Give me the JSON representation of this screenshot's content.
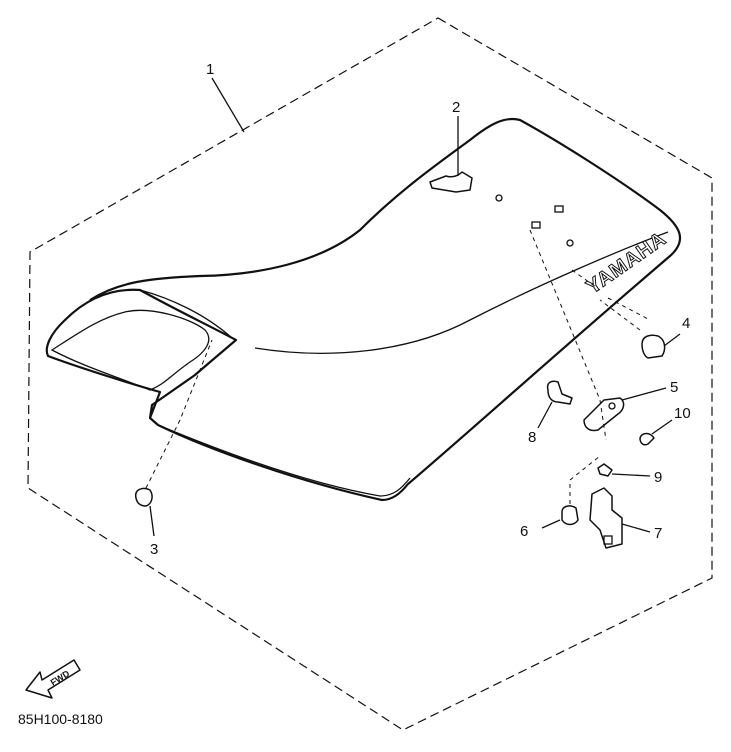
{
  "diagram": {
    "drawing_code": "85H100-8180",
    "brand_logo": "YAMAHA",
    "direction_mark": "FWD",
    "callouts": [
      {
        "id": "1",
        "label": "1"
      },
      {
        "id": "2",
        "label": "2"
      },
      {
        "id": "3",
        "label": "3"
      },
      {
        "id": "4",
        "label": "4"
      },
      {
        "id": "5",
        "label": "5"
      },
      {
        "id": "6",
        "label": "6"
      },
      {
        "id": "7",
        "label": "7"
      },
      {
        "id": "8",
        "label": "8"
      },
      {
        "id": "9",
        "label": "9"
      },
      {
        "id": "10",
        "label": "10"
      }
    ]
  }
}
